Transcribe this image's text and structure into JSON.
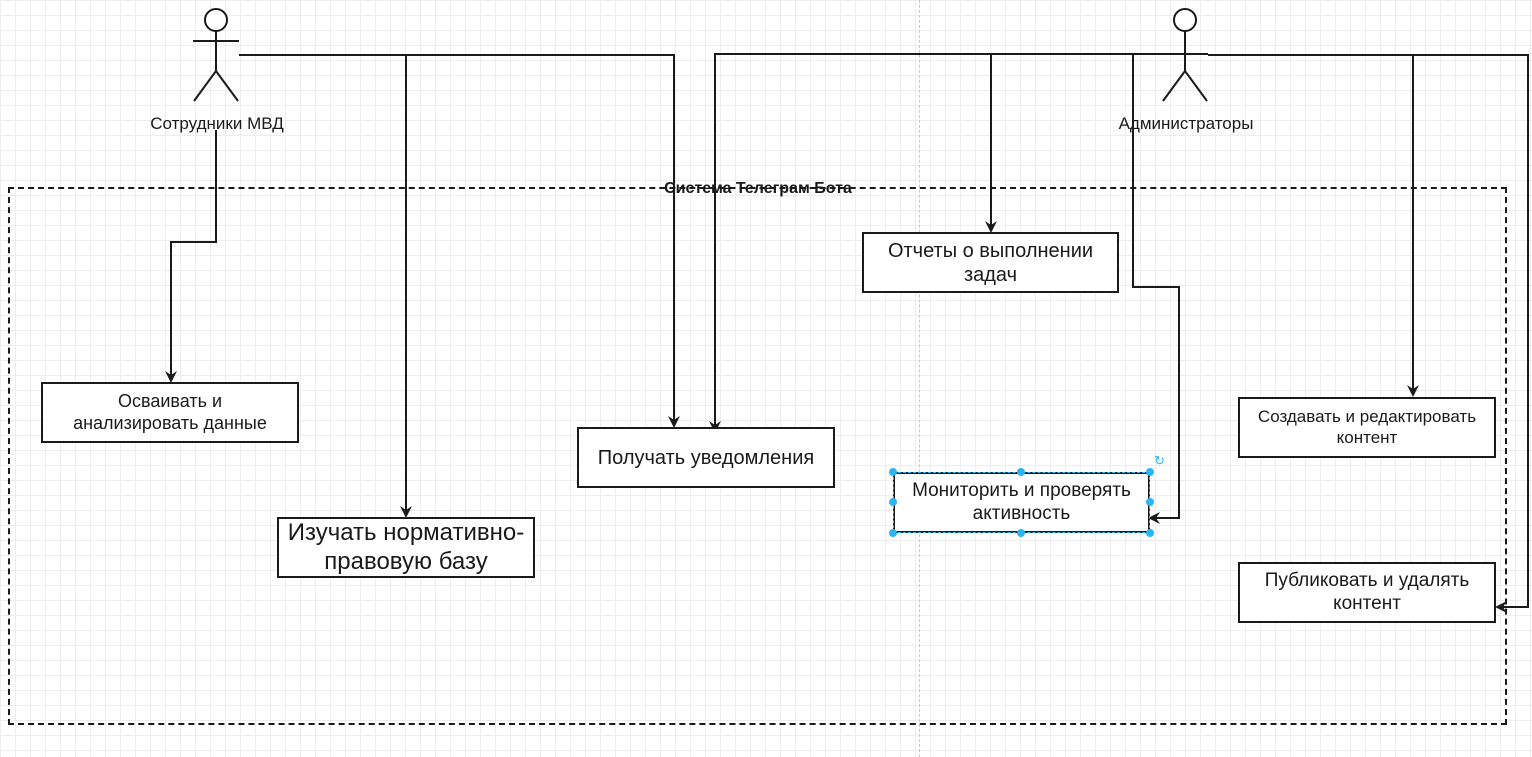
{
  "system_title": "Система Телеграм Бота",
  "actors": {
    "employees": "Сотрудники МВД",
    "admins": "Администраторы"
  },
  "use_cases": {
    "analyze_data": "Осваивать и анализировать данные",
    "study_legal_base": "Изучать нормативно-правовую базу",
    "receive_notifications": "Получать уведомления",
    "task_reports": "Отчеты о выполнении задач",
    "monitor_activity": "Мониторить и проверять активность",
    "create_edit_content": "Создавать и редактировать контент",
    "publish_delete_content": "Публиковать и удалять контент"
  },
  "colors": {
    "stroke": "#1a1a1a",
    "selection": "#29b6f2",
    "grid": "#ededed"
  },
  "selected_element": "monitor_activity"
}
